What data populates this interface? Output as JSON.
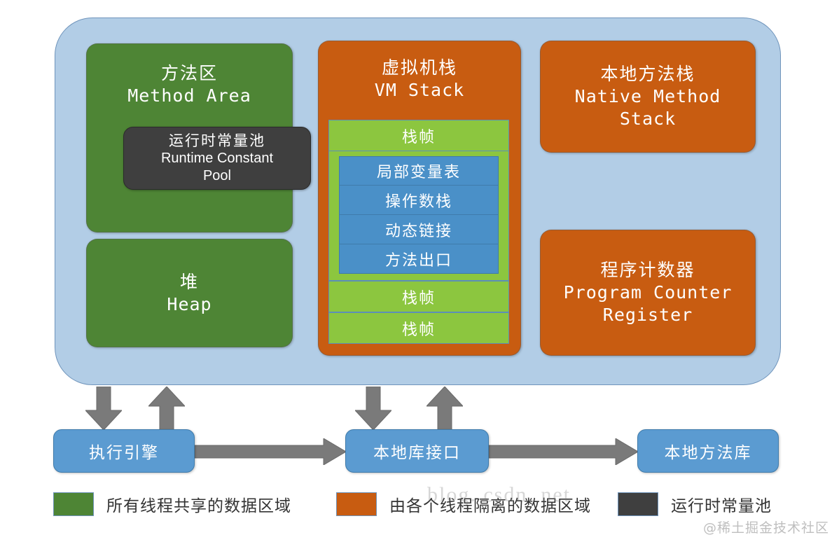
{
  "diagram": {
    "title": "JVM Runtime Data Areas",
    "colors": {
      "container": "#b2cde6",
      "shared_green": "#4e8535",
      "isolated_orange": "#c85c11",
      "frame_green": "#8cc63f",
      "frame_item_blue": "#4a90c8",
      "flow_blue": "#5b9bd1",
      "constant_pool_dark": "#3f3f3f",
      "arrow_gray": "#7a7a7a"
    }
  },
  "method_area": {
    "cn": "方法区",
    "en": "Method Area"
  },
  "runtime_constant_pool": {
    "cn": "运行时常量池",
    "en": "Runtime Constant\nPool"
  },
  "heap": {
    "cn": "堆",
    "en": "Heap"
  },
  "vm_stack": {
    "cn": "虚拟机栈",
    "en": "VM Stack",
    "frames": [
      {
        "label": "栈帧"
      },
      {
        "label": "栈帧"
      },
      {
        "label": "栈帧"
      }
    ],
    "frame_items": [
      {
        "label": "局部变量表"
      },
      {
        "label": "操作数栈"
      },
      {
        "label": "动态链接"
      },
      {
        "label": "方法出口"
      }
    ]
  },
  "native_method_stack": {
    "cn": "本地方法栈",
    "en": "Native Method\nStack"
  },
  "pc_register": {
    "cn": "程序计数器",
    "en": "Program Counter\nRegister"
  },
  "flow": {
    "execution_engine": "执行引擎",
    "native_library_interface": "本地库接口",
    "native_method_library": "本地方法库"
  },
  "legend": {
    "shared": "所有线程共享的数据区域",
    "isolated": "由各个线程隔离的数据区域",
    "constant_pool": "运行时常量池"
  },
  "watermarks": {
    "csdn": "blog. csdn. net",
    "site": "@稀土掘金技术社区"
  }
}
